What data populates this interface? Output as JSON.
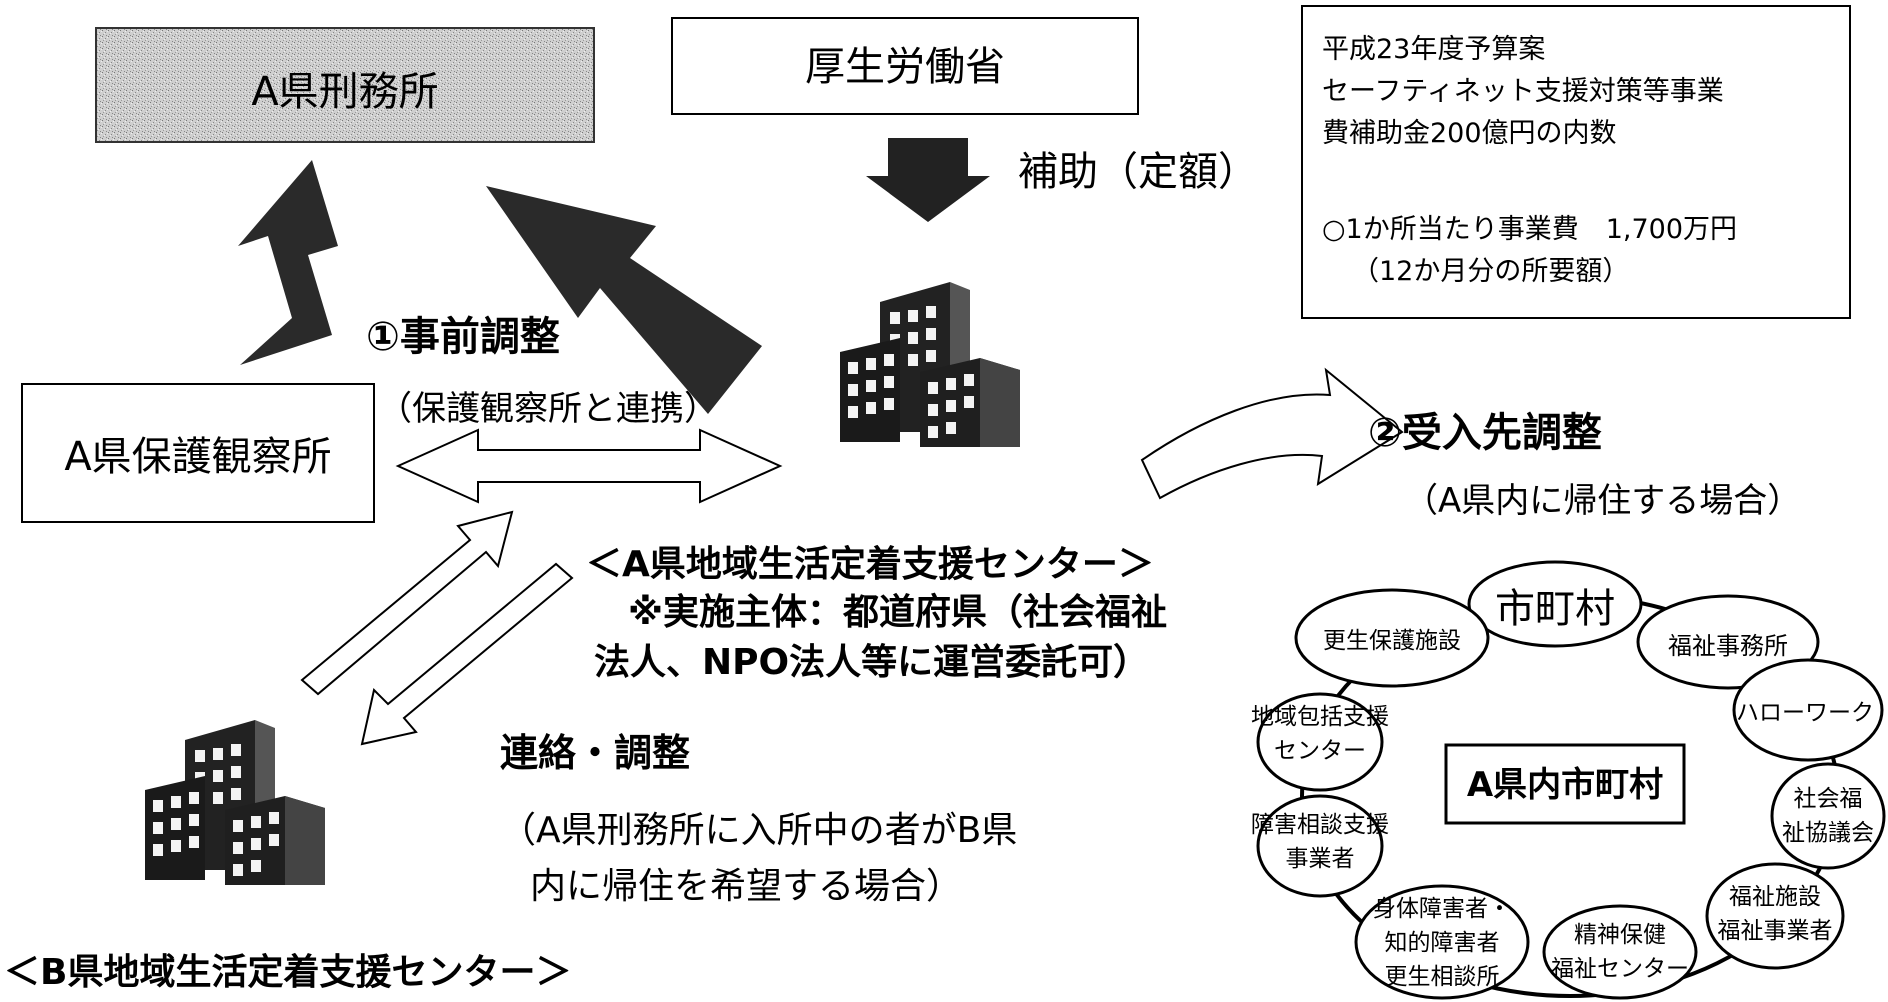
{
  "prison": {
    "label": "A県刑務所"
  },
  "ministry": {
    "label": "厚生労働省"
  },
  "subsidy": {
    "label": "補助（定額）"
  },
  "budget": {
    "line1": "平成23年度予算案",
    "line2": "セーフティネット支援対策等事業",
    "line3": "費補助金200億円の内数",
    "line4": "○1か所当たり事業費　1,700万円",
    "line5": "（12か月分の所要額）"
  },
  "step1": {
    "title": "①事前調整",
    "note": "（保護観察所と連携）"
  },
  "probation": {
    "label": "A県保護観察所"
  },
  "step2": {
    "title": "②受入先調整",
    "note": "（A県内に帰住する場合）"
  },
  "centerA": {
    "title": "＜A県地域生活定着支援センター＞",
    "note_line1": "※実施主体：都道府県（社会福祉",
    "note_line2": "法人、NPO法人等に運営委託可）"
  },
  "liaison": {
    "title": "連絡・調整",
    "note_line1": "（A県刑務所に入所中の者がB県",
    "note_line2": "内に帰住を希望する場合）"
  },
  "centerB": {
    "title": "＜B県地域生活定着支援センター＞"
  },
  "municipalities": {
    "center_label": "A県内市町村",
    "nodes": [
      {
        "line1": "市町村",
        "line2": ""
      },
      {
        "line1": "福祉事務所",
        "line2": ""
      },
      {
        "line1": "ハローワーク",
        "line2": ""
      },
      {
        "line1": "社会福",
        "line2": "祉協議会"
      },
      {
        "line1": "福祉施設",
        "line2": "福祉事業者"
      },
      {
        "line1": "精神保健",
        "line2": "福祉センター"
      },
      {
        "line1": "身体障害者・",
        "line2": "知的障害者",
        "line3": "更生相談所"
      },
      {
        "line1": "障害相談支援",
        "line2": "事業者"
      },
      {
        "line1": "地域包括支援",
        "line2": "センター"
      },
      {
        "line1": "更生保護施設",
        "line2": ""
      }
    ]
  }
}
